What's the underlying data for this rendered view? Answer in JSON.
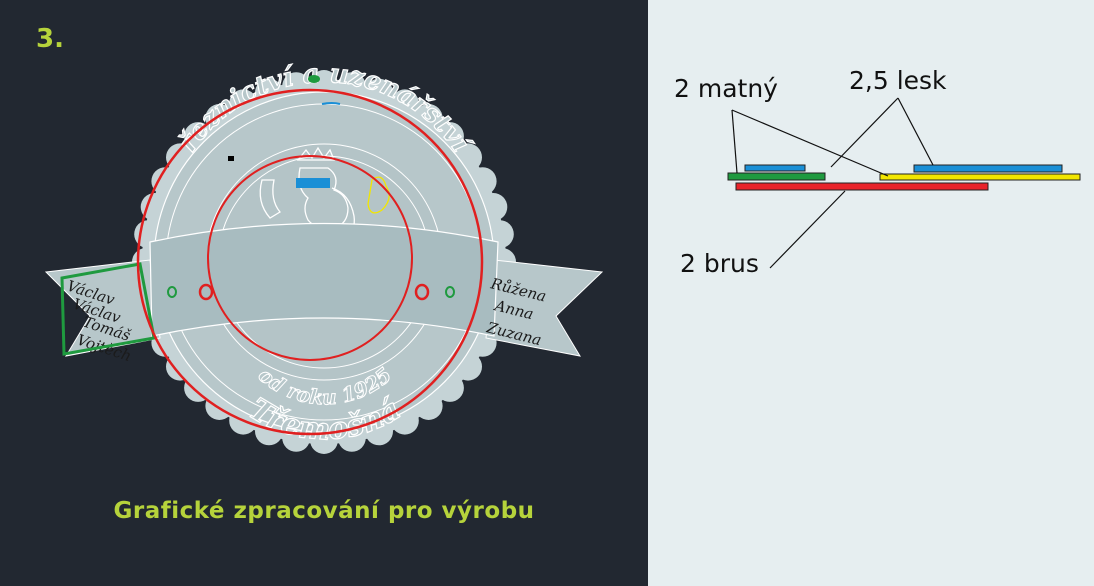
{
  "step_number": "3.",
  "caption": "Grafické zpracování pro výrobu",
  "badge": {
    "top_arc_text": "řeznictví a uzenářství",
    "bottom_arc_text": "Třemošná",
    "inner_arc_text": "od roku 1925",
    "left_ribbon_names": [
      "Václav",
      "Václav",
      "Tomáš",
      "Vojtěch"
    ],
    "right_ribbon_names": [
      "Růžena",
      "Anna",
      "Zuzana"
    ]
  },
  "layers": {
    "matte_label": "2 matný",
    "gloss_label": "2,5 lesk",
    "brush_label": "2 brus"
  },
  "colors": {
    "background_dark": "#222831",
    "background_light": "#e6eef0",
    "accent_green": "#b6d33b",
    "cut_red": "#e02020",
    "layer_green": "#1f9a3f",
    "layer_blue": "#1a8fd6",
    "layer_yellow": "#f2e600",
    "layer_red": "#e8232a"
  }
}
